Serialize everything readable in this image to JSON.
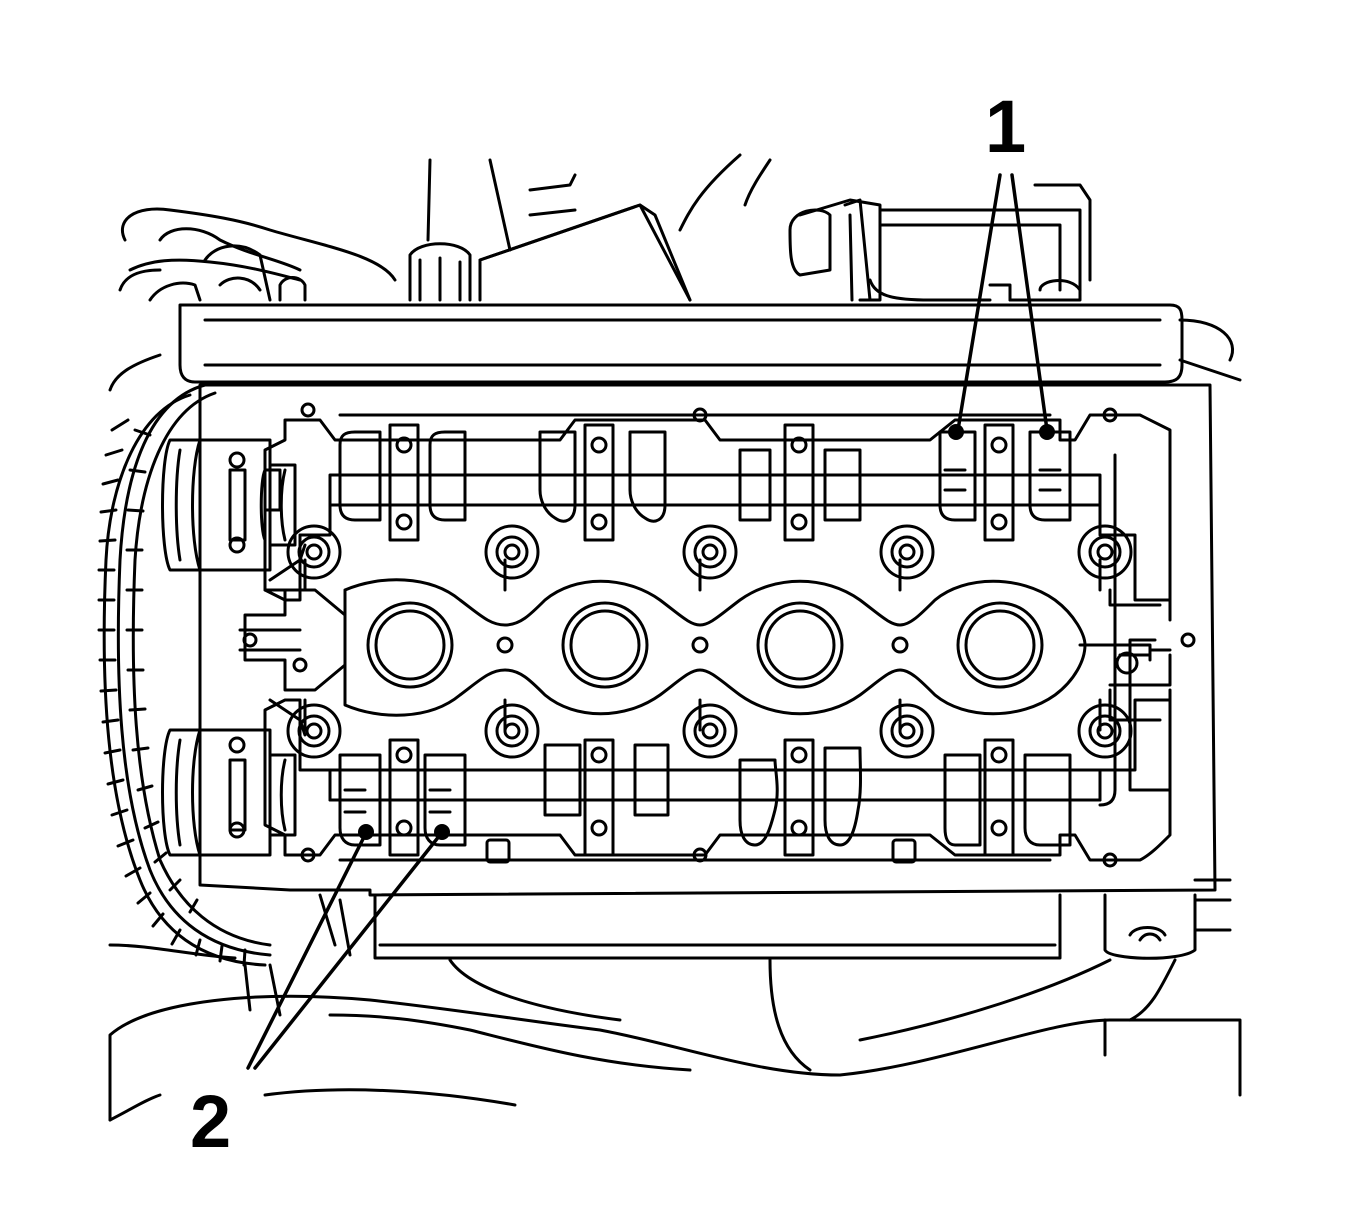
{
  "diagram": {
    "colors": {
      "line": "#000000",
      "background": "#ffffff"
    },
    "callouts": [
      {
        "id": "1",
        "label": "1"
      },
      {
        "id": "2",
        "label": "2"
      }
    ]
  }
}
